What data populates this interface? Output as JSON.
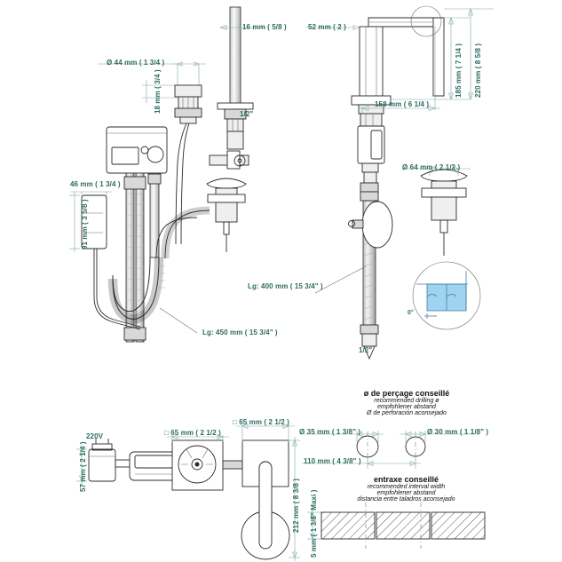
{
  "drawing": {
    "title": "faucet-technical-dimension-drawing",
    "accent_color": "#2c6b60",
    "line_color": "#2b2b2b",
    "water_color": "#9fd3ef"
  },
  "dimensions": {
    "spout_flange_dia": "Ø 44 mm ( 1 3/4 )",
    "spout_flange_height": "18 mm ( 3/4 )",
    "drain_rod_width": "16 mm ( 5/8 )",
    "body_depth": "52 mm ( 2 )",
    "supply_thread_left": "1/2\"",
    "supply_thread_right": "1/2\"",
    "control_box_width": "46 mm ( 1 3/4 )",
    "control_box_height": "91 mm ( 3 5/8 )",
    "hose_length_400": "Lg: 400 mm ( 15 3/4\" )",
    "hose_length_450": "Lg: 450 mm ( 15 3/4\" )",
    "spout_height": "185 mm ( 7 1/4 )",
    "total_height": "220 mm ( 8 5/8 )",
    "spout_reach": "158 mm ( 6 1/4 )",
    "drain_cap_dia": "Ø 64 mm ( 2 1/2 )",
    "angle_zero": "0°",
    "transformer_voltage": "220V",
    "transformer_height": "57 mm ( 2 1/4 )",
    "valve_box_a": "□ 65 mm ( 2 1/2 )",
    "valve_box_b": "□ 65 mm ( 2 1/2 )",
    "lever_length": "212 mm ( 8 3/8 )",
    "drill_hole_35": "Ø 35 mm ( 1 3/8\" )",
    "drill_hole_30": "Ø 30 mm ( 1 1/8\" )",
    "interval_width": "110 mm ( 4 3/8\" )",
    "deck_thickness": "5 mm ( 1 3/8\" Maxi )"
  },
  "notes": {
    "drilling": {
      "line1": "ø de perçage conseillé",
      "line2": "recommended drilling ø",
      "line3": "empfohlener abstand",
      "line4": "Ø de perforación aconsejado"
    },
    "interval": {
      "line1": "entraxe conseillé",
      "line2": "recommended interval width",
      "line3": "empfohlener abstand",
      "line4": "distancia entre taladros aconsejado"
    }
  }
}
